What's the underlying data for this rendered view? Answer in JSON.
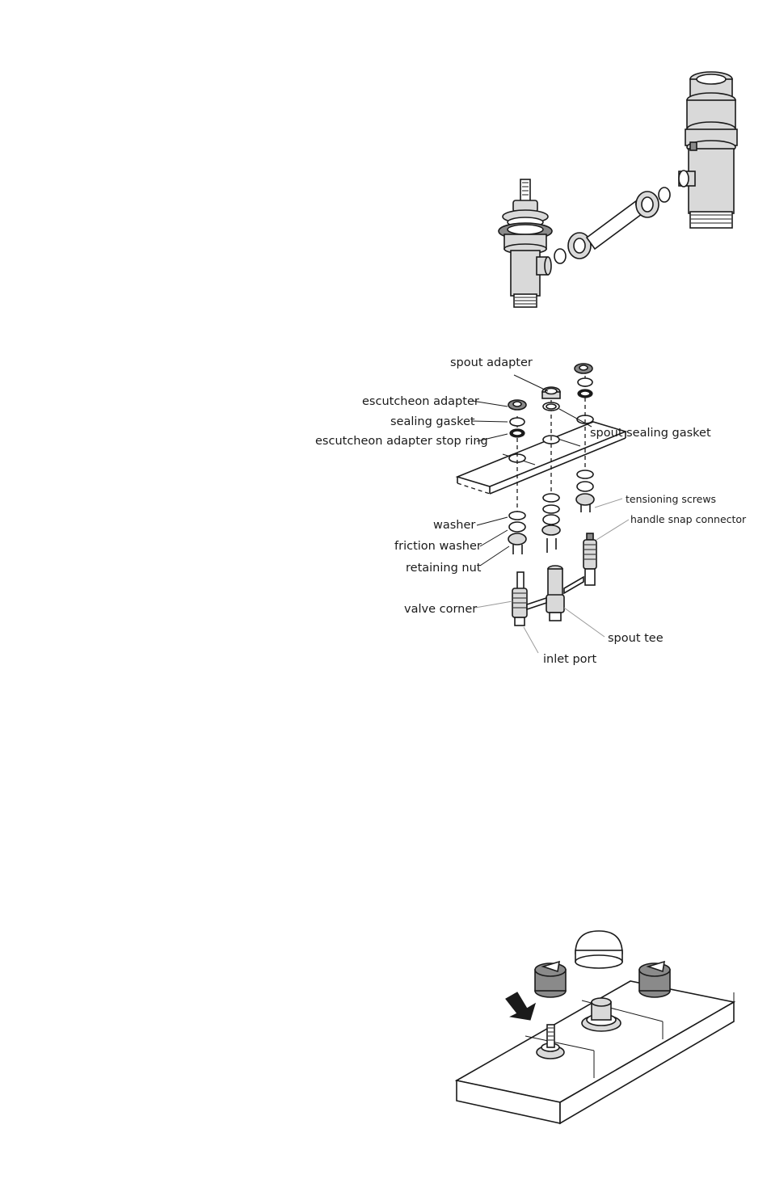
{
  "labels": {
    "spout_adapter": "spout adapter",
    "escutcheon_adapter": "escutcheon adapter",
    "sealing_gasket": "sealing gasket",
    "escutcheon_adapter_stop_ring": "escutcheon adapter stop ring",
    "spout_sealing_gasket": "spout sealing gasket",
    "tensioning_screws": "tensioning screws",
    "handle_snap_connector": "handle snap connector",
    "washer": "washer",
    "friction_washer": "friction washer",
    "retaining_nut": "retaining nut",
    "valve_corner": "valve corner",
    "spout_tee": "spout tee",
    "inlet_port": "inlet port"
  },
  "icons": {
    "install_arrow": "down-arrow-icon"
  },
  "colors": {
    "line": "#1a1a1a",
    "metal_fill": "#d9d9d9",
    "dark_fill": "#8a8a8a",
    "leader_gray": "#9a9a9a"
  }
}
